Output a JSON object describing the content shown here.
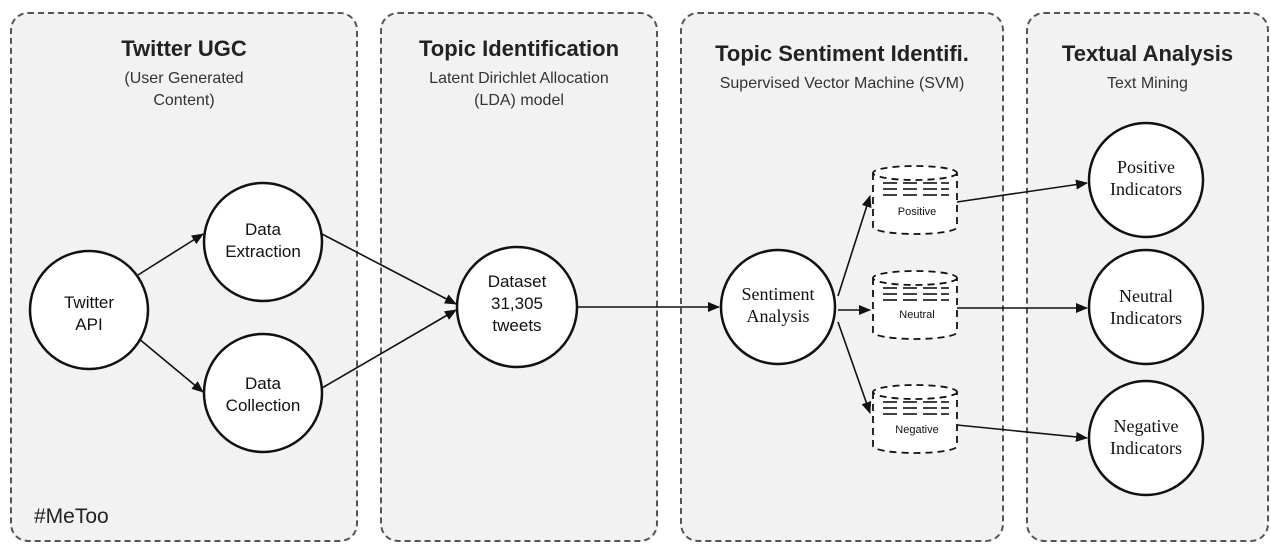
{
  "panels": [
    {
      "title": "Twitter UGC",
      "subtitle": [
        "(User Generated",
        "Content)"
      ]
    },
    {
      "title": "Topic Identification",
      "subtitle": [
        "Latent Dirichlet Allocation",
        "(LDA) model"
      ]
    },
    {
      "title": "Topic Sentiment Identifi.",
      "subtitle": [
        "Supervised Vector Machine (SVM)"
      ]
    },
    {
      "title": "Textual Analysis",
      "subtitle": [
        "Text Mining"
      ]
    }
  ],
  "hashtag": "#MeToo",
  "nodes": {
    "twitter_api": [
      "Twitter",
      "API"
    ],
    "data_extraction": [
      "Data",
      "Extraction"
    ],
    "data_collection": [
      "Data",
      "Collection"
    ],
    "dataset": [
      "Dataset",
      "31,305",
      "tweets"
    ],
    "sentiment_analysis": [
      "Sentiment",
      "Analysis"
    ],
    "positive_indicators": [
      "Positive",
      "Indicators"
    ],
    "neutral_indicators": [
      "Neutral",
      "Indicators"
    ],
    "negative_indicators": [
      "Negative",
      "Indicators"
    ]
  },
  "databases": {
    "positive": "Positive",
    "neutral": "Neutral",
    "negative": "Negative"
  }
}
